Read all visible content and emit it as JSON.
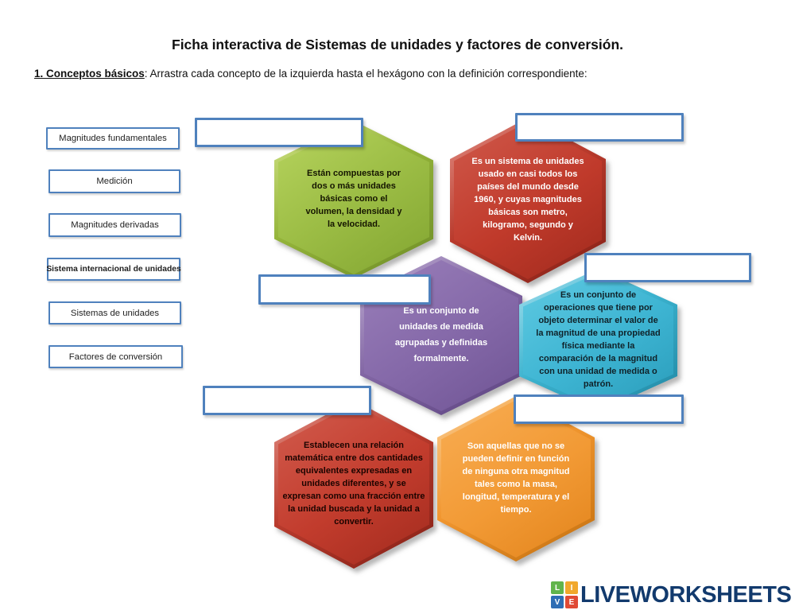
{
  "page": {
    "title": "Ficha interactiva de Sistemas de unidades y factores de conversión.",
    "instruction_prefix": "1. Conceptos básicos",
    "instruction_rest": ": Arrastra cada concepto de la izquierda hasta el hexágono con la definición correspondiente:"
  },
  "concepts": [
    {
      "label": "Magnitudes fundamentales"
    },
    {
      "label": "Medición"
    },
    {
      "label": "Magnitudes derivadas"
    },
    {
      "label": "Sistema internacional de unidades"
    },
    {
      "label": "Sistemas de unidades"
    },
    {
      "label": "Factores de conversión"
    }
  ],
  "hexagons": [
    {
      "color": "#94b43a",
      "text": "Están compuestas por dos o más unidades básicas como el volumen, la densidad y la velocidad."
    },
    {
      "color": "#c03a2b",
      "text": "Es un sistema de unidades usado en casi todos los países del mundo desde 1960, y cuyas magnitudes básicas son metro, kilogramo, segundo y Kelvin."
    },
    {
      "color": "#8064a2",
      "text": "Es un conjunto de unidades de medida agrupadas y definidas formalmente."
    },
    {
      "color": "#3db4d2",
      "text": "Es un conjunto de operaciones que tiene por objeto determinar el valor de la magnitud de una propiedad física mediante la comparación de la magnitud con una unidad de medida o patrón."
    },
    {
      "color": "#c23c2d",
      "text": "Establecen una relación matemática entre dos cantidades equivalentes expresadas en unidades diferentes, y se expresan como una fracción entre la unidad buscada y la unidad a convertir."
    },
    {
      "color": "#f29a35",
      "text": "Son aquellas que no se pueden definir en función de ninguna otra magnitud tales como la masa, longitud, temperatura y el tiempo."
    }
  ],
  "answer_boxes": [
    {
      "value": ""
    },
    {
      "value": ""
    },
    {
      "value": ""
    },
    {
      "value": ""
    },
    {
      "value": ""
    },
    {
      "value": ""
    }
  ],
  "logo": {
    "squares": [
      {
        "letter": "L",
        "color": "#61b44b"
      },
      {
        "letter": "I",
        "color": "#f1a82c"
      },
      {
        "letter": "V",
        "color": "#2e6db4"
      },
      {
        "letter": "E",
        "color": "#e04a35"
      }
    ],
    "text": "LIVEWORKSHEETS",
    "text_color": "#123a6d"
  },
  "colors": {
    "box_border_blue": "#4f81bd",
    "hexagon_green": "#94b43a",
    "hexagon_red": "#c03a2b",
    "hexagon_purple": "#8064a2",
    "hexagon_teal": "#3db4d2",
    "hexagon_orange": "#f29a35"
  }
}
